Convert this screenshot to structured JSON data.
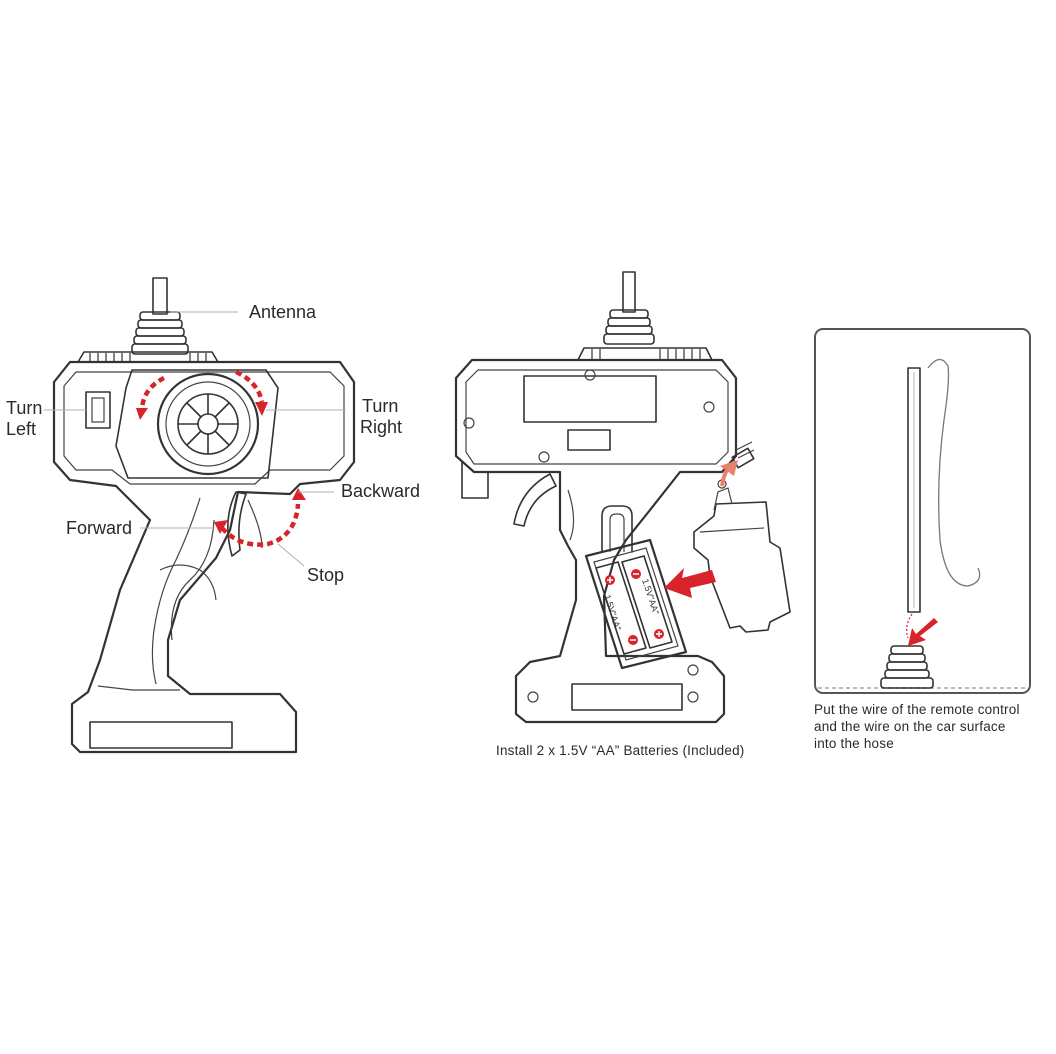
{
  "colors": {
    "accent": "#d8232a",
    "line": "#333333",
    "panel_border": "#555555"
  },
  "left_diagram": {
    "labels": {
      "antenna": "Antenna",
      "turn_left_1": "Turn",
      "turn_left_2": "Left",
      "turn_right_1": "Turn",
      "turn_right_2": "Right",
      "backward": "Backward",
      "forward": "Forward",
      "stop": "Stop"
    }
  },
  "middle_diagram": {
    "battery_1": "1.5V\"AA\"",
    "battery_2": "1.5V\"AA\"",
    "caption": "Install 2 x 1.5V “AA” Batteries (Included)"
  },
  "right_panel": {
    "caption_line_1": "Put the wire of the remote control",
    "caption_line_2": "and the wire on the car surface",
    "caption_line_3": "into the hose"
  }
}
